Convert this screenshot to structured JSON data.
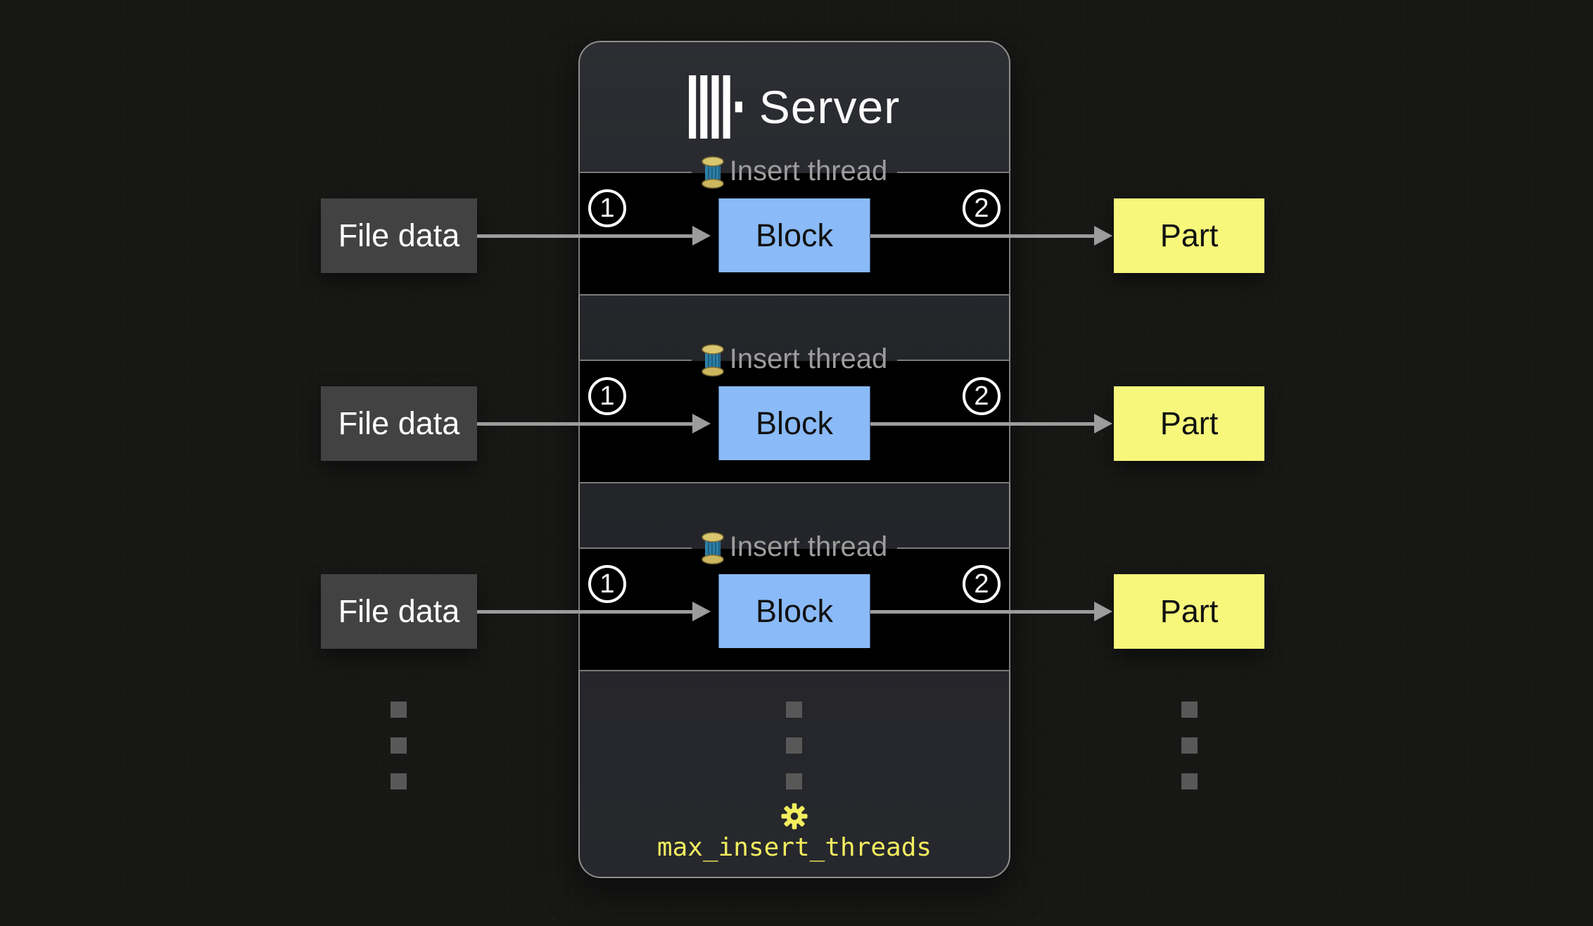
{
  "server": {
    "title": "Server",
    "logo": "clickhouse-logo"
  },
  "rows": [
    {
      "input_label": "File data",
      "thread_label": "Insert thread",
      "step_in": "1",
      "block_label": "Block",
      "step_out": "2",
      "output_label": "Part"
    },
    {
      "input_label": "File data",
      "thread_label": "Insert thread",
      "step_in": "1",
      "block_label": "Block",
      "step_out": "2",
      "output_label": "Part"
    },
    {
      "input_label": "File data",
      "thread_label": "Insert thread",
      "step_in": "1",
      "block_label": "Block",
      "step_out": "2",
      "output_label": "Part"
    }
  ],
  "setting": {
    "icon": "gear-icon",
    "label": "max_insert_threads"
  },
  "icons": {
    "logo": "clickhouse-logo",
    "thread": "thread-spool-icon",
    "gear": "gear-icon"
  },
  "colors": {
    "page_bg": "#171716",
    "panel_bg": "#26282d",
    "panel_border": "#8f8f8d",
    "band_bg": "#000000",
    "band_border": "#7b7b7b",
    "block_fill": "#8abaf7",
    "part_fill": "#f6f77b",
    "input_fill": "#424242",
    "arrow": "#9c9c9c",
    "legend_text": "#9d9d9d",
    "step_circle": "#ffffff",
    "setting_text": "#f2ee5f",
    "dot": "#585858",
    "title_text": "#fafafa"
  }
}
